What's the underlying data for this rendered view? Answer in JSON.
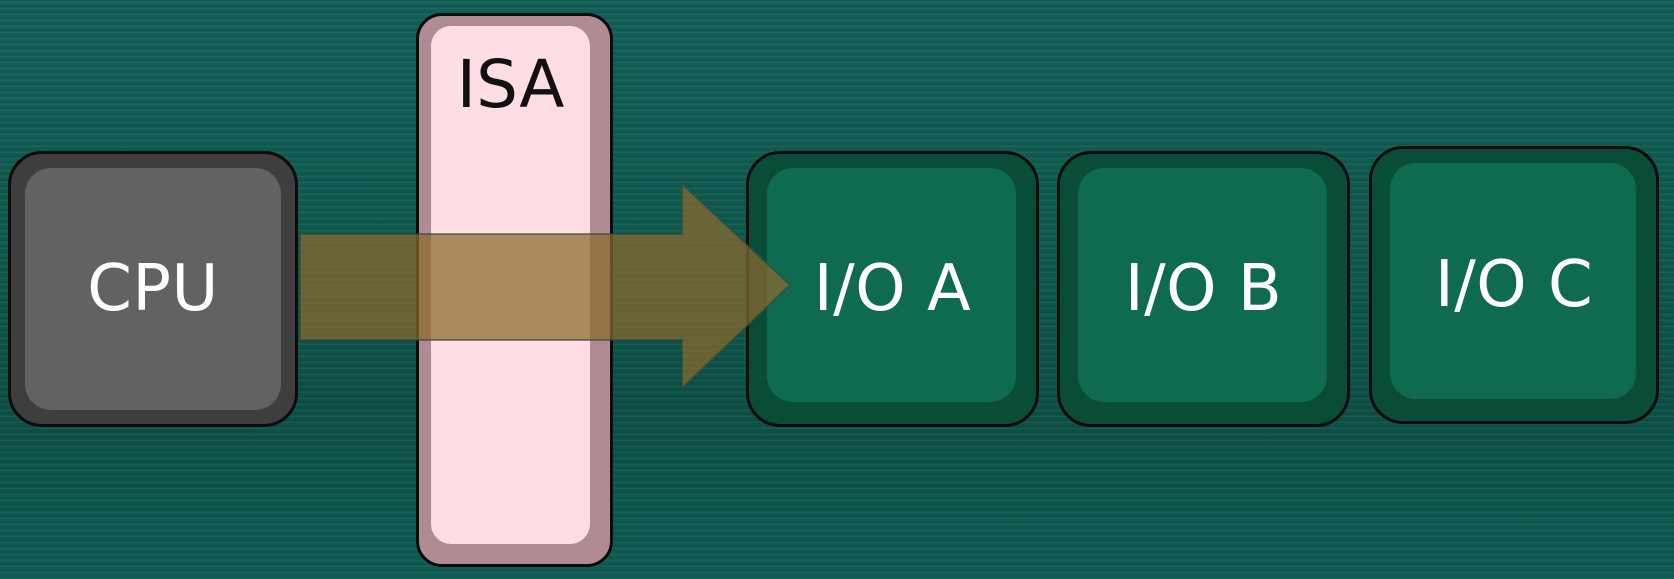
{
  "diagram": {
    "nodes": [
      {
        "id": "cpu",
        "label": "CPU"
      },
      {
        "id": "isa",
        "label": "ISA"
      },
      {
        "id": "io_a",
        "label": "I/O A"
      },
      {
        "id": "io_b",
        "label": "I/O B"
      },
      {
        "id": "io_c",
        "label": "I/O C"
      }
    ],
    "edges": [
      {
        "from": "cpu",
        "to": "io_a",
        "via": "isa"
      }
    ]
  },
  "colors": {
    "background": "#0f5148",
    "cpu": "#626262",
    "isa": "#ffdde4",
    "io": "#0f6b50",
    "arrow": "#8a6a2e"
  }
}
